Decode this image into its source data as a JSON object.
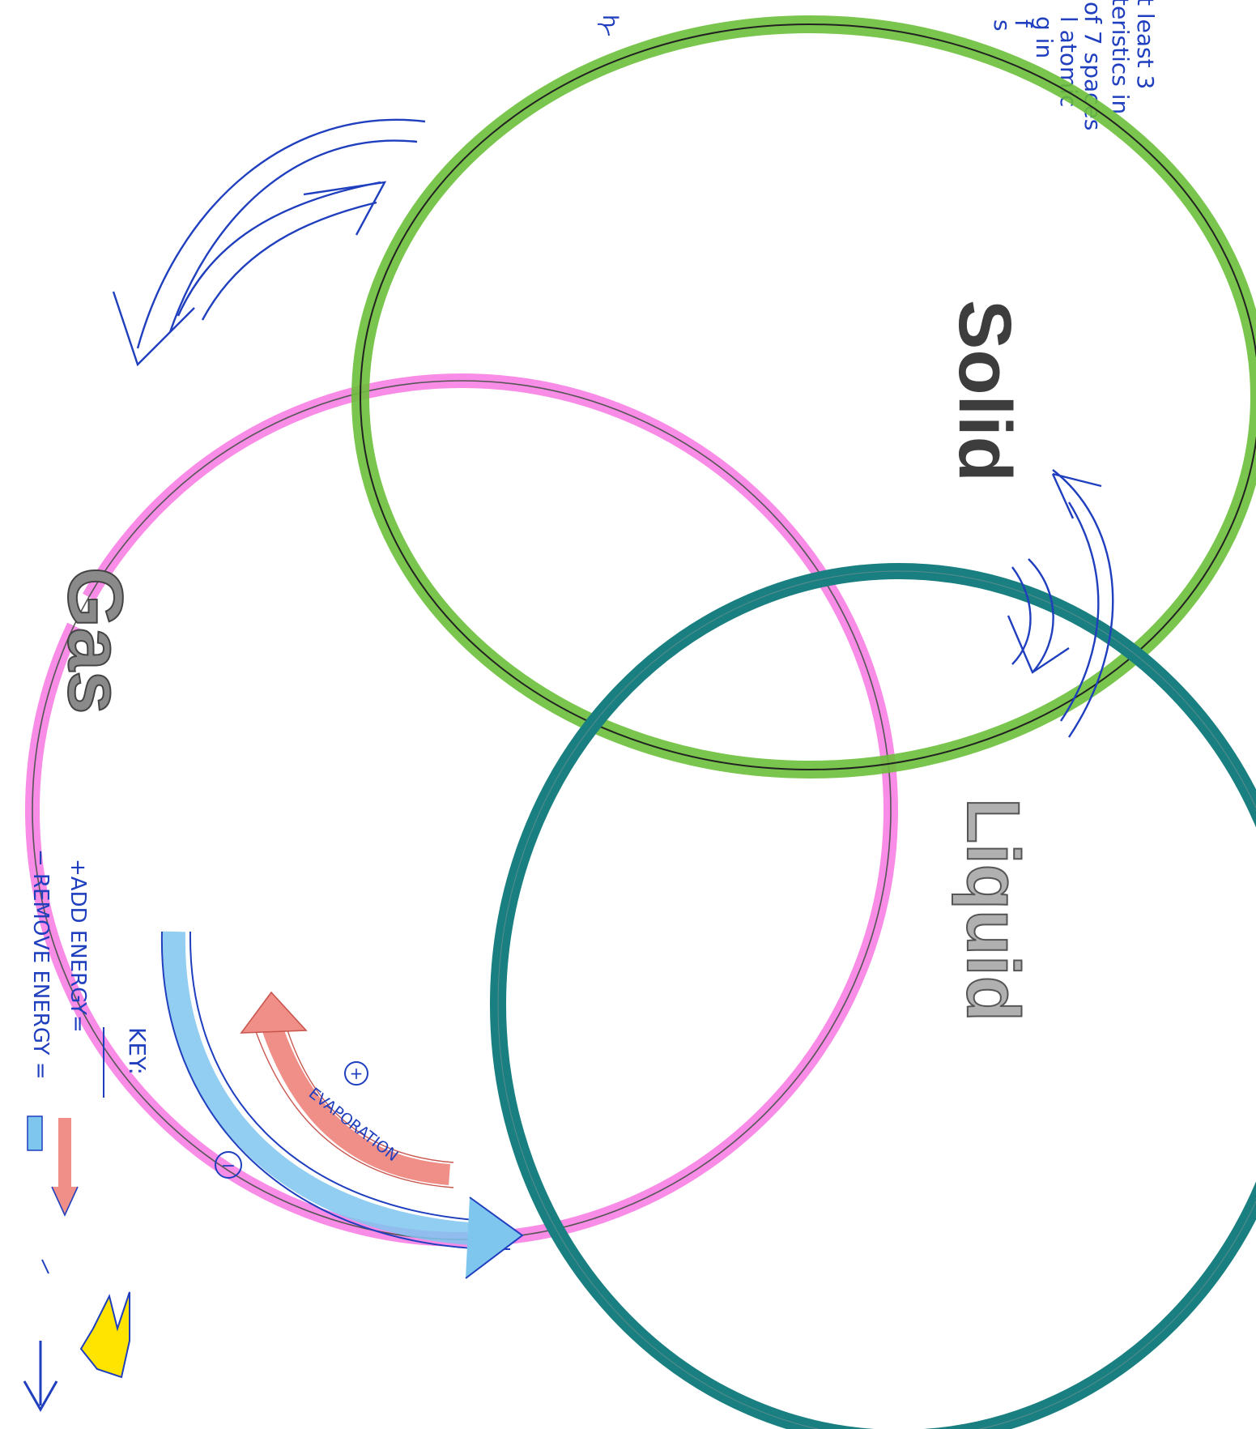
{
  "diagram": {
    "circles": {
      "solid": {
        "label": "Solid",
        "color": "#6cbf3a"
      },
      "gas": {
        "label": "Gas",
        "color": "#f77fe3"
      },
      "liquid": {
        "label": "Liquid",
        "color": "#1a7f80"
      }
    },
    "colors": {
      "ink": "#1f3fbf",
      "add_energy": "#f08f88",
      "remove_energy": "#7ec6ee",
      "label_fill": "#8a8a8a",
      "solid_label_fill": "#3d3d3d",
      "star": "#ffe400"
    },
    "instructions_fragments": [
      "h",
      "t least 3",
      "teristics in",
      "of 7 spaces",
      "l atomic",
      "g in",
      "f",
      "s"
    ],
    "arrows": {
      "gas_liquid": {
        "add_symbol": "+",
        "add_label": "EVAPORATION",
        "remove_symbol": "−"
      }
    },
    "key": {
      "title": "KEY:",
      "add_line": "+ADD ENERGY=",
      "remove_line": "− REMOVE ENERGY ="
    }
  }
}
